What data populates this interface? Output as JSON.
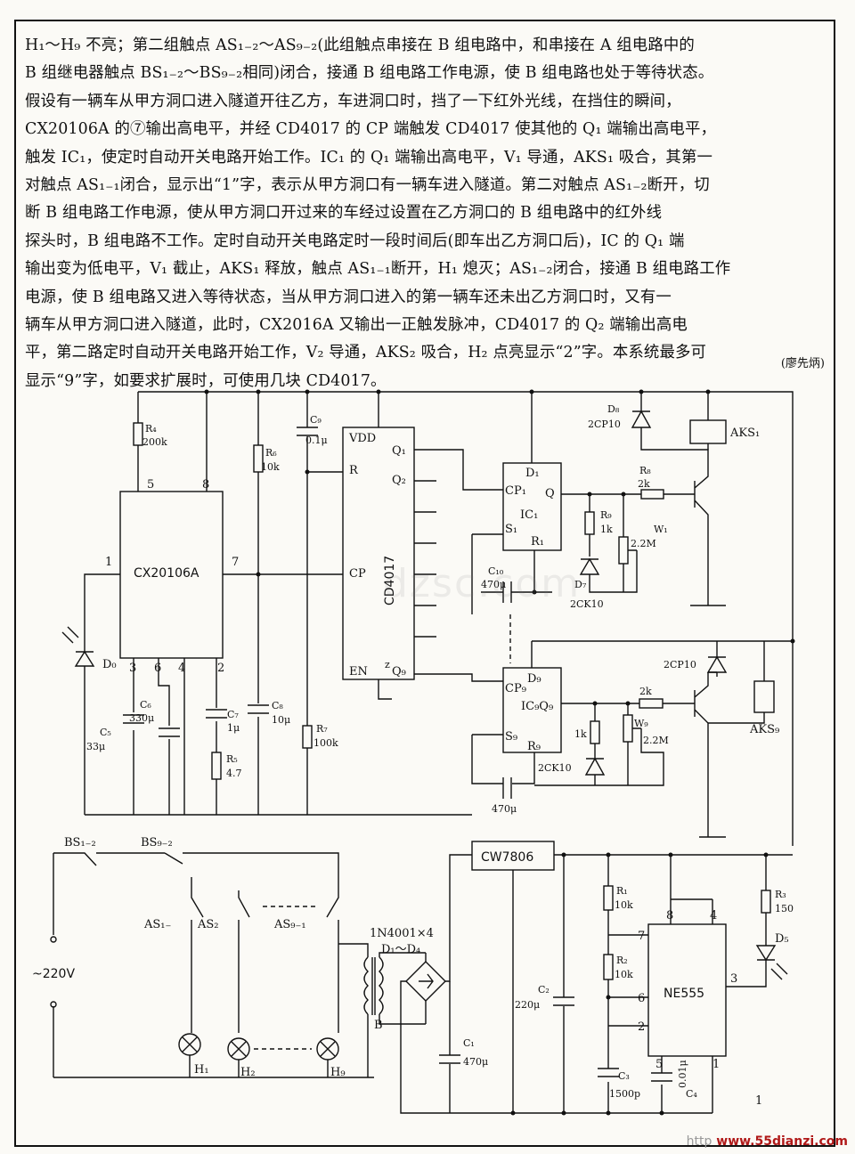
{
  "paragraph_lines": [
    "H₁～H₉ 不亮；第二组触点 AS₁₋₂～AS₉₋₂(此组触点串接在 B 组电路中，和串接在 A 组电路中的",
    "B 组继电器触点 BS₁₋₂～BS₉₋₂相同)闭合，接通 B 组电路工作电源，使 B 组电路也处于等待状态。",
    "假设有一辆车从甲方洞口进入隧道开往乙方，车进洞口时，挡了一下红外光线，在挡住的瞬间，",
    "CX20106A 的⑦输出高电平，并经 CD4017 的 CP 端触发 CD4017 使其他的 Q₁ 端输出高电平，",
    "触发 IC₁，使定时自动开关电路开始工作。IC₁ 的 Q₁ 端输出高电平，V₁ 导通，AKS₁ 吸合，其第一",
    "对触点 AS₁₋₁闭合，显示出“1”字，表示从甲方洞口有一辆车进入隧道。第二对触点 AS₁₋₂断开，切",
    "断 B 组电路工作电源，使从甲方洞口开过来的车经过设置在乙方洞口的 B 组电路中的红外线",
    "探头时，B 组电路不工作。定时自动开关电路定时一段时间后(即车出乙方洞口后)，IC 的 Q₁ 端",
    "输出变为低电平，V₁ 截止，AKS₁ 释放，触点 AS₁₋₁断开，H₁ 熄灭；AS₁₋₂闭合，接通 B 组电路工作",
    "电源，使 B 组电路又进入等待状态，当从甲方洞口进入的第一辆车还未出乙方洞口时，又有一",
    "辆车从甲方洞口进入隧道，此时，CX2016A 又输出一正触发脉冲，CD4017 的 Q₂ 端输出高电",
    "平，第二路定时自动开关电路开始工作，V₂ 导通，AKS₂ 吸合，H₂ 点亮显示“2”字。本系统最多可",
    "显示“9”字，如要求扩展时，可使用几块 CD4017。"
  ],
  "author": "(廖先炳)",
  "ic": {
    "cx": "CX20106A",
    "cd": "CD4017",
    "ne": "NE555",
    "cw": "CW7806",
    "ic1": "IC₁",
    "ic9": "IC₉"
  },
  "cx_pins": [
    "1",
    "3",
    "6",
    "4",
    "2",
    "5",
    "8",
    "7"
  ],
  "cd_pins": {
    "vdd": "VDD",
    "r": "R",
    "cp": "CP",
    "en": "EN",
    "q1": "Q₁",
    "q2": "Q₂",
    "q9": "Q₉",
    "z": "z"
  },
  "ic_pins": {
    "d1": "D₁",
    "cp1": "CP₁",
    "q": "Q",
    "s1": "S₁",
    "r1": "R₁",
    "d9": "D₉",
    "cp9": "CP₉",
    "ic9q9": "IC₉Q₉",
    "s9": "S₉",
    "r9": "R₉"
  },
  "ne_pins": [
    "8",
    "4",
    "7",
    "6",
    "2",
    "3",
    "5",
    "1"
  ],
  "components": {
    "r4": "R₄",
    "r4v": "200k",
    "r6": "R₆",
    "r6v": "10k",
    "c9": "C₉",
    "c9v": "0.1μ",
    "r7": "R₇",
    "r7v": "100k",
    "c5": "C₅",
    "c5v": "33μ",
    "c6": "C₆",
    "c6v": "330μ",
    "c7": "C₇",
    "c7v": "1μ",
    "r5": "R₅",
    "r5v": "4.7",
    "c8": "C₈",
    "c8v": "10μ",
    "d0": "D₀",
    "d8": "D₈",
    "d8v": "2CP10",
    "aks1": "AKS₁",
    "r8": "R₈",
    "r8v": "2k",
    "r9": "R₉",
    "r9v": "1k",
    "w1": "W₁",
    "w1v": "2.2M",
    "d7": "D₇",
    "d7v": "2CK10",
    "c10": "C₁₀",
    "c10v": "470μ",
    "d2cp": "2CP10",
    "r2k": "2k",
    "r1k": "1k",
    "w9": "W₉",
    "w9v": "2.2M",
    "d2ck": "2CK10",
    "aks9": "AKS₉",
    "c470": "470μ",
    "bs1": "BS₁₋₂",
    "bs9": "BS₉₋₂",
    "as1": "AS₁₋",
    "as2": "AS₂",
    "as9": "AS₉₋₁",
    "ac": "~220V",
    "bridge": "1N4001×4",
    "bridge2": "D₁～D₄",
    "b": "B",
    "h1": "H₁",
    "h2": "H₂",
    "h9": "H₉",
    "c1": "C₁",
    "c1v": "470μ",
    "c2": "C₂",
    "c2v": "220μ",
    "r1": "R₁",
    "r1v": "10k",
    "r2": "R₂",
    "r2v": "10k",
    "r3": "R₃",
    "r3v": "150",
    "d5": "D₅",
    "c3": "C₃",
    "c3v": "1500p",
    "c4": "C₄",
    "c4v": "0.01μ",
    "page_mark": "1"
  },
  "watermarks": {
    "center": "dzsc.com",
    "prefix": "http",
    "site": "www.55dianzi.com"
  }
}
